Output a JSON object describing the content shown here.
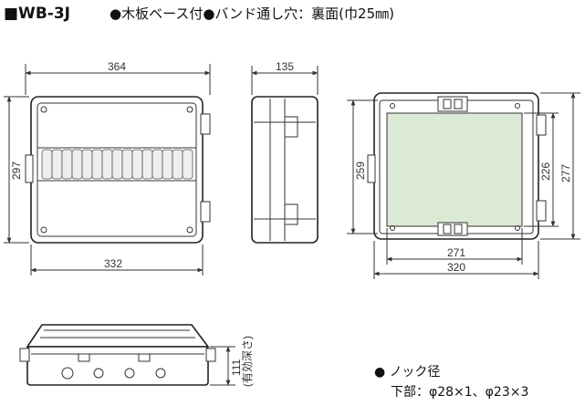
{
  "header": {
    "model": "■WB-3J",
    "features": "●木板ベース付●バンド通し穴：裏面(巾25㎜)"
  },
  "front_view": {
    "width_top": "364",
    "width_bottom": "332",
    "height": "297"
  },
  "side_view": {
    "depth": "135"
  },
  "back_view": {
    "inner_height": "259",
    "band_height": "226",
    "total_height": "277",
    "inner_width": "271",
    "total_width": "320"
  },
  "bottom_view": {
    "effective_depth": "111",
    "effective_depth_label": "(有効深さ)"
  },
  "knockout": {
    "title": "● ノック径",
    "detail": "下部：φ28×1、φ23×3"
  }
}
